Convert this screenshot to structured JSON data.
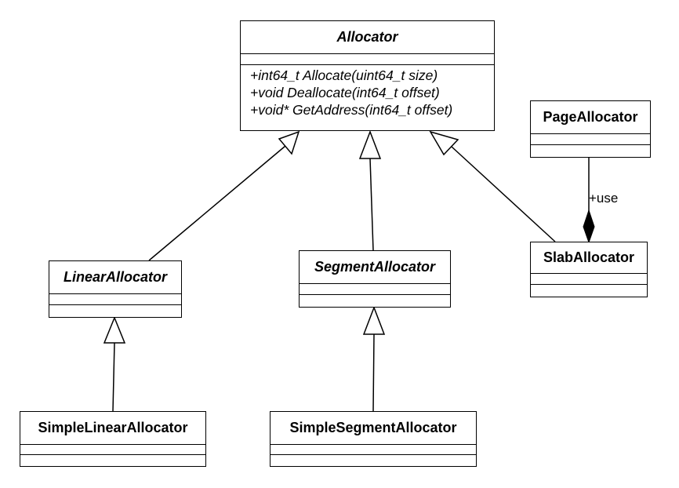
{
  "classes": {
    "allocator": {
      "name": "Allocator",
      "operations": [
        "+int64_t Allocate(uint64_t size)",
        "+void Deallocate(int64_t offset)",
        "+void* GetAddress(int64_t offset)"
      ]
    },
    "page_allocator": {
      "name": "PageAllocator"
    },
    "slab_allocator": {
      "name": "SlabAllocator"
    },
    "linear_allocator": {
      "name": "LinearAllocator"
    },
    "segment_allocator": {
      "name": "SegmentAllocator"
    },
    "simple_linear_allocator": {
      "name": "SimpleLinearAllocator"
    },
    "simple_segment_allocator": {
      "name": "SimpleSegmentAllocator"
    }
  },
  "relations": {
    "use_label": "+use"
  }
}
